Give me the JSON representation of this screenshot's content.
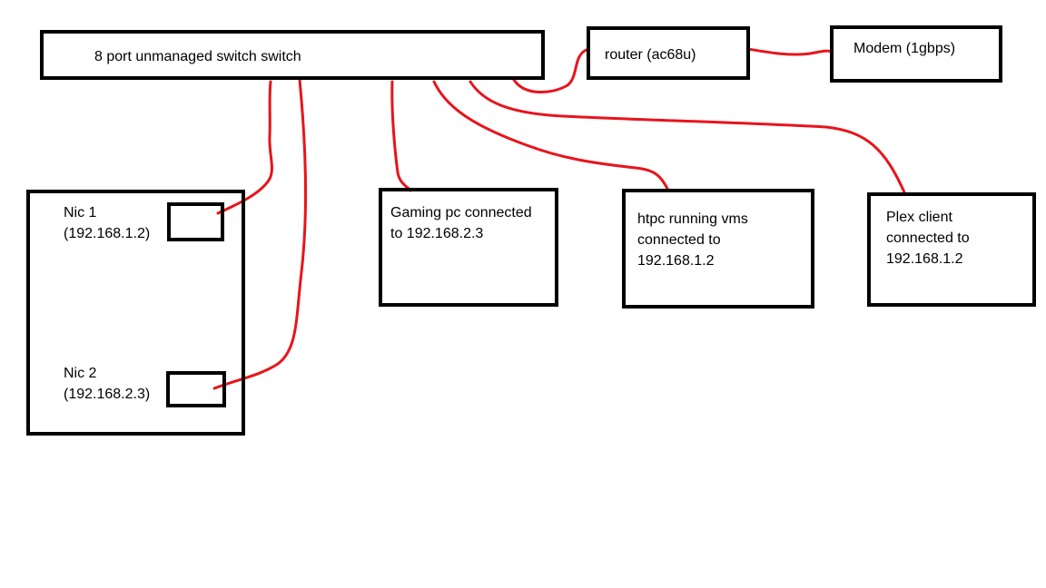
{
  "wire_color": "#e8141b",
  "border_color": "#000000",
  "switch": {
    "label": "8 port unmanaged switch switch"
  },
  "router": {
    "label": "router (ac68u)"
  },
  "modem": {
    "label": "Modem (1gbps)"
  },
  "server": {
    "nic1": {
      "name": "Nic 1",
      "ip": "(192.168.1.2)"
    },
    "nic2": {
      "name": "Nic 2",
      "ip": "(192.168.2.3)"
    }
  },
  "gaming_pc": {
    "lines": [
      "Gaming pc connected",
      "to 192.168.2.3"
    ]
  },
  "htpc": {
    "lines": [
      "htpc running vms",
      "connected to",
      "192.168.1.2"
    ]
  },
  "plex_client": {
    "lines": [
      "Plex client",
      "connected to",
      "192.168.1.2"
    ]
  }
}
